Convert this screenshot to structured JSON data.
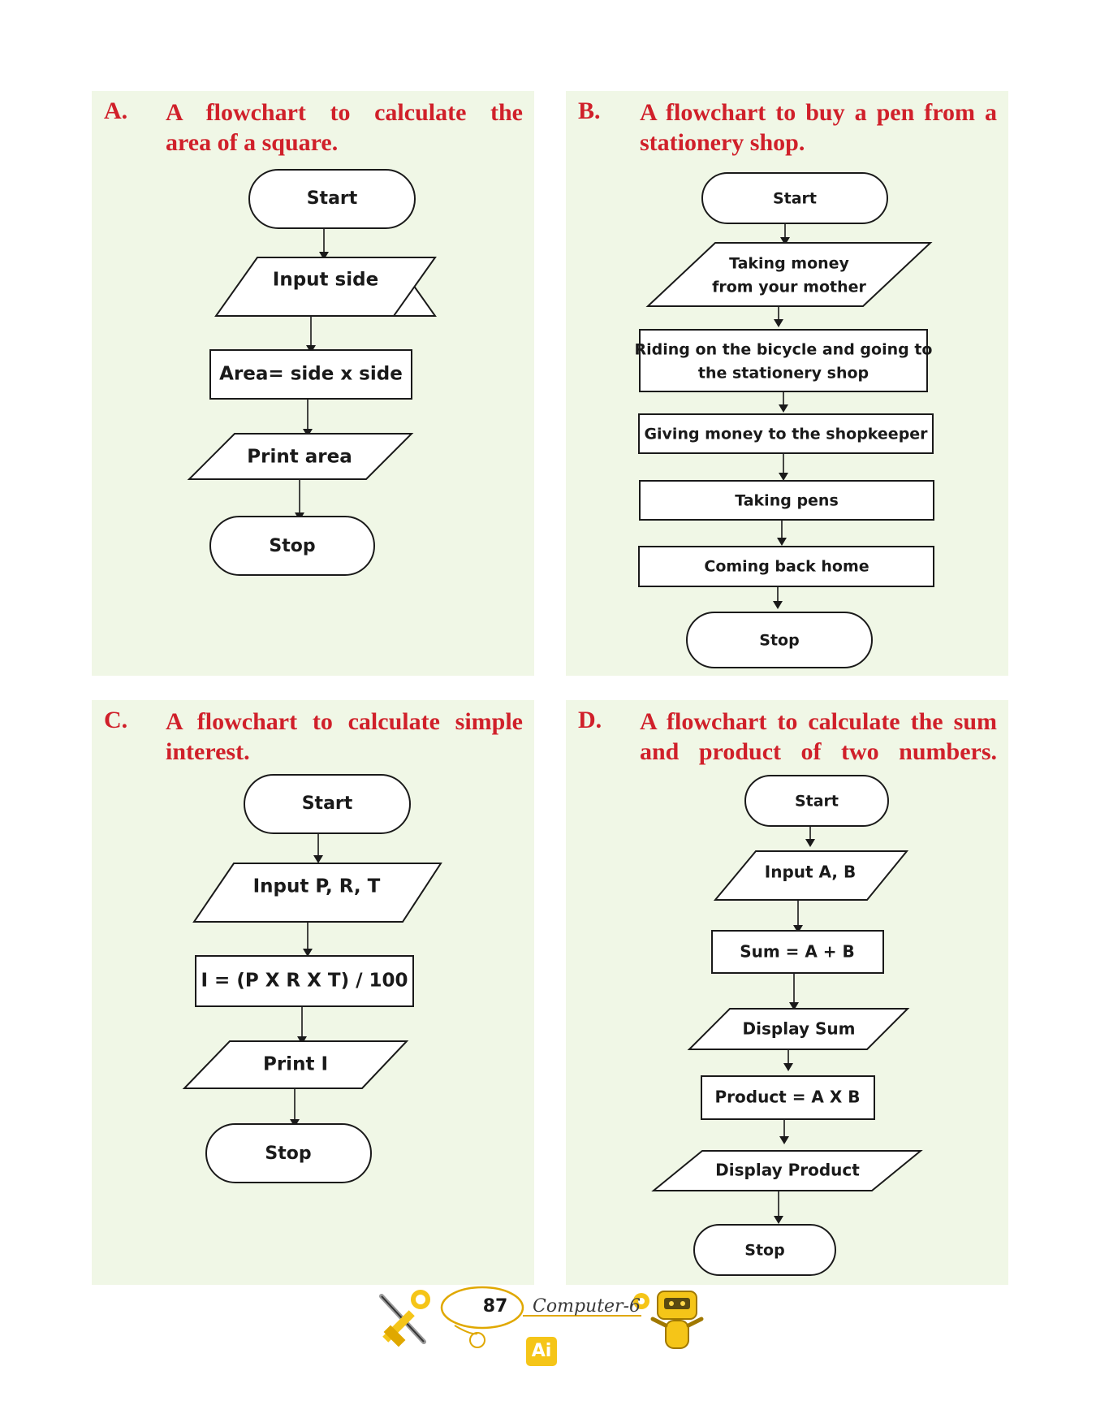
{
  "panels": {
    "a": {
      "letter": "A.",
      "title_line1": "A flowchart to calculate the",
      "title_line2": "area of a square.",
      "steps": [
        "Start",
        "Input side",
        "Area= side x side",
        "Print area",
        "Stop"
      ]
    },
    "b": {
      "letter": "B.",
      "title_line1": "A flowchart to buy a pen from a",
      "title_line2": "stationery shop.",
      "steps": [
        "Start",
        "Taking money",
        "from your mother",
        "Riding on the bicycle and going to",
        "the stationery shop",
        "Giving money to the shopkeeper",
        "Taking pens",
        "Coming back home",
        "Stop"
      ]
    },
    "c": {
      "letter": "C.",
      "title_line1": "A flowchart to calculate simple",
      "title_line2": "interest.",
      "steps": [
        "Start",
        "Input P, R, T",
        "I = (P X R X T) / 100",
        "Print I",
        "Stop"
      ]
    },
    "d": {
      "letter": "D.",
      "title_line1": "A flowchart to calculate the sum",
      "title_line2": "and product of two numbers.",
      "steps": [
        "Start",
        "Input A, B",
        "Sum = A + B",
        "Display Sum",
        "Product = A X B",
        "Display Product",
        "Stop"
      ]
    }
  },
  "footer": {
    "page_number": "87",
    "book_name": "Computer-6",
    "badge": "Ai"
  }
}
